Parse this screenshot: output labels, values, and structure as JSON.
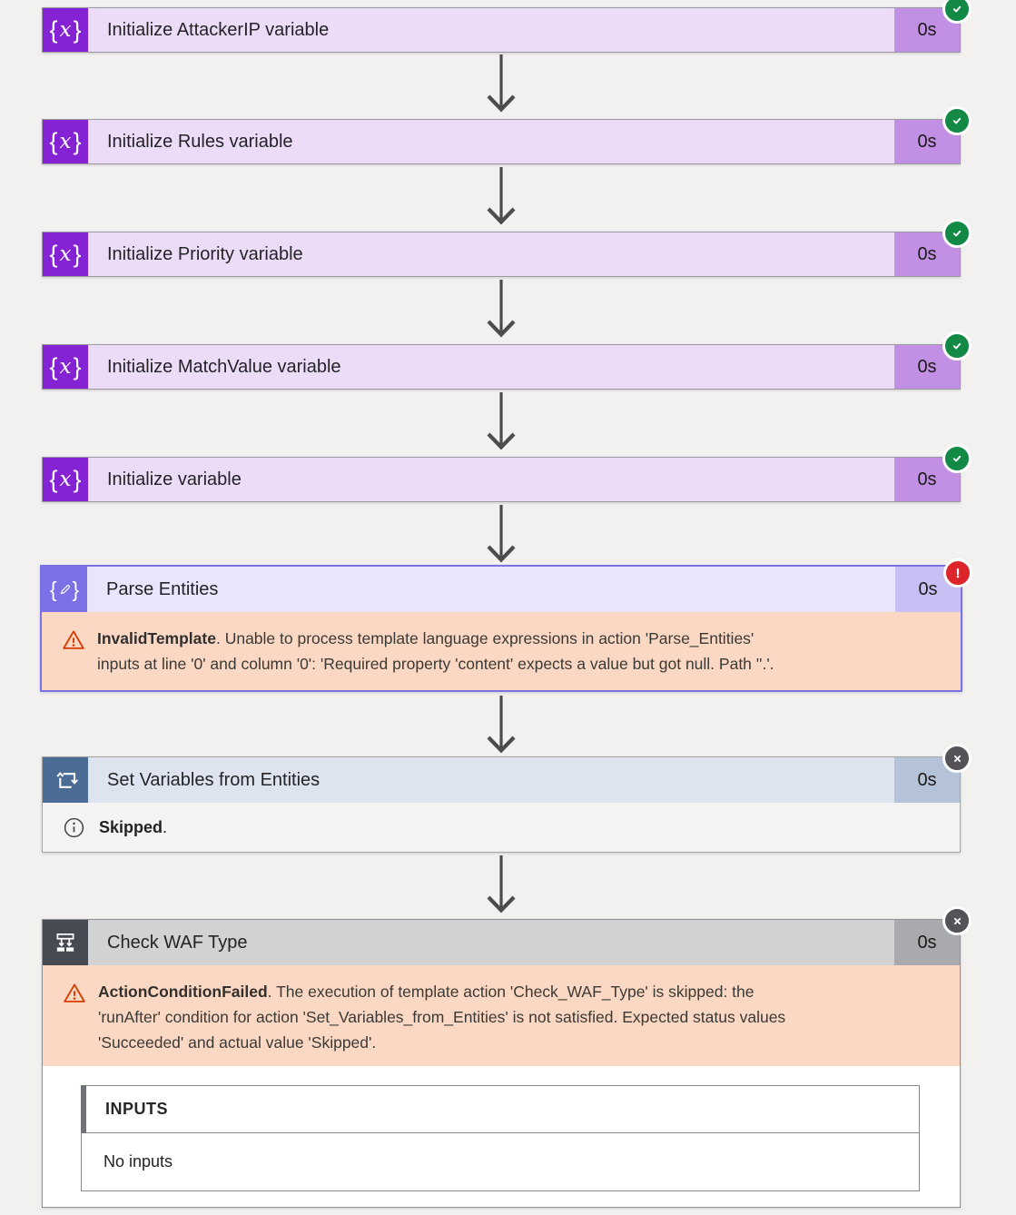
{
  "page": {
    "background_color": "#f2f1f0",
    "status_colors": {
      "succeeded": "#128a46",
      "failed": "#db252b",
      "skipped": "#555358"
    }
  },
  "blocks": [
    {
      "title": "Initialize AttackerIP variable",
      "duration": "0s",
      "status": "succeeded",
      "icon": "variable-braces-icon",
      "accent_color": "#8522d4"
    },
    {
      "title": "Initialize Rules variable",
      "duration": "0s",
      "status": "succeeded",
      "icon": "variable-braces-icon",
      "accent_color": "#8522d4"
    },
    {
      "title": "Initialize Priority variable",
      "duration": "0s",
      "status": "succeeded",
      "icon": "variable-braces-icon",
      "accent_color": "#8522d4"
    },
    {
      "title": "Initialize MatchValue variable",
      "duration": "0s",
      "status": "succeeded",
      "icon": "variable-braces-icon",
      "accent_color": "#8522d4"
    },
    {
      "title": "Initialize variable",
      "duration": "0s",
      "status": "succeeded",
      "icon": "variable-braces-icon",
      "accent_color": "#8522d4"
    },
    {
      "title": "Parse Entities",
      "duration": "0s",
      "status": "failed",
      "icon": "parse-json-icon",
      "accent_color": "#7c70e6",
      "error": {
        "code": "InvalidTemplate",
        "line1_rest": ". Unable to process template language expressions in action 'Parse_Entities'",
        "line2": "inputs at line '0' and column '0': 'Required property 'content' expects a value but got null. Path ''.'."
      }
    },
    {
      "title": "Set Variables from Entities",
      "duration": "0s",
      "status": "skipped",
      "icon": "foreach-loop-icon",
      "accent_color": "#4b6c95",
      "note_bold": "Skipped",
      "note_rest": "."
    },
    {
      "title": "Check WAF Type",
      "duration": "0s",
      "status": "skipped",
      "icon": "switch-icon",
      "accent_color": "#464a52",
      "error": {
        "code": "ActionConditionFailed",
        "line1_rest": ". The execution of template action 'Check_WAF_Type' is skipped: the",
        "line2": "'runAfter' condition for action 'Set_Variables_from_Entities' is not satisfied. Expected status values",
        "line3": "'Succeeded' and actual value 'Skipped'."
      },
      "inputs_panel": {
        "header": "INPUTS",
        "body": "No inputs"
      }
    }
  ]
}
